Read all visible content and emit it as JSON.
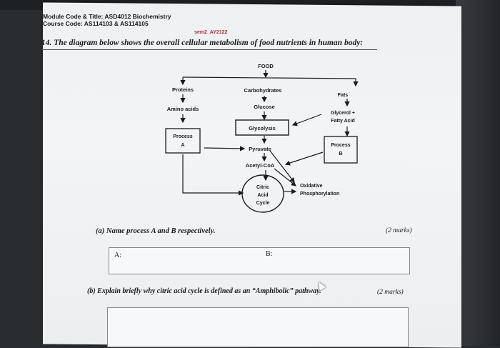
{
  "header": {
    "module_line": "Module Code & Title: ASD4012 Biochemistry",
    "course_line": "Course Code: AS114103 & AS114105",
    "semester_stamp": "sem2_AY2122"
  },
  "question14": {
    "text": "14. The diagram below shows the overall cellular metabolism of food nutrients in human body:"
  },
  "diagram": {
    "food": "FOOD",
    "proteins": "Proteins",
    "carbohydrates": "Carbohydrates",
    "fats": "Fats",
    "amino_acids": "Amino acids",
    "glucose": "Glucose",
    "glycerol": "Glycerol +",
    "fatty_acid": "Fatty Acid",
    "glycolysis": "Glycolysis",
    "process_a_1": "Process",
    "process_a_2": "A",
    "process_b_1": "Process",
    "process_b_2": "B",
    "pyruvate": "Pyruvate",
    "acetyl_coa": "Acetyl-CoA",
    "citric_1": "Citric",
    "citric_2": "Acid",
    "citric_3": "Cycle",
    "oxidative_1": "Oxidative",
    "oxidative_2": "Phosphorylation"
  },
  "part_a": {
    "text": "(a) Name process A and B respectively.",
    "marks": "(2 marks)",
    "label_a": "A:",
    "label_b": "B:"
  },
  "part_b": {
    "text": "(b) Explain briefly why citric acid cycle is defined as an “Amphibolic” pathway.",
    "marks": "(2 marks)"
  }
}
